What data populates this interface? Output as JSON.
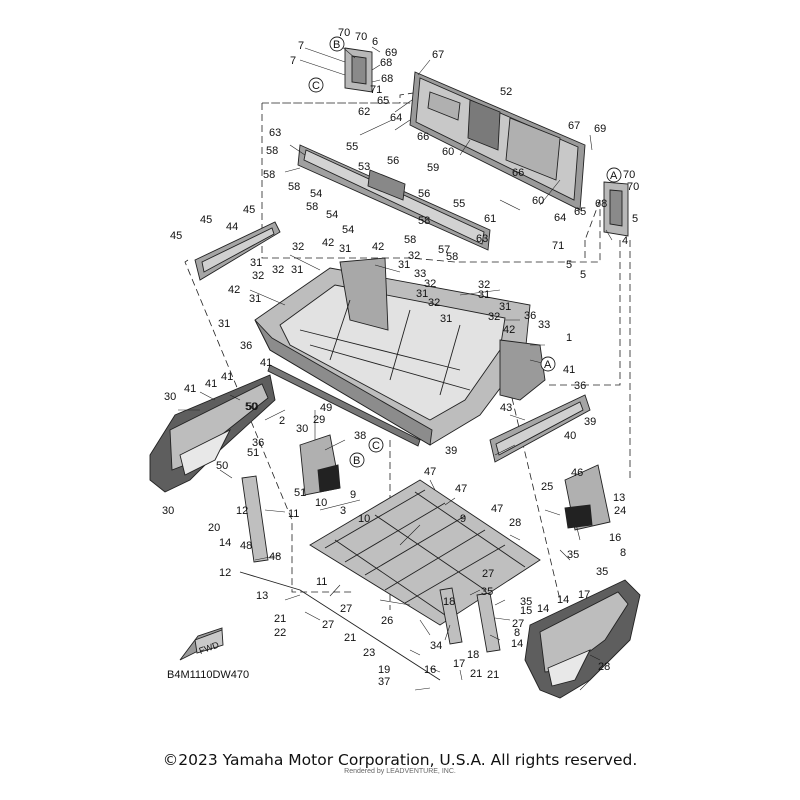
{
  "diagram": {
    "drawing_code": "B4M1110DW470",
    "fwd_mark": "FWD",
    "copyright": "©2023 Yamaha Motor Corporation, U.S.A. All rights reserved.",
    "credit": "Rendered by LEADVENTURE, INC.",
    "callouts": [
      {
        "id": "A",
        "text": "A"
      },
      {
        "id": "B",
        "text": "B"
      },
      {
        "id": "C",
        "text": "C"
      }
    ],
    "part_numbers": [
      "70",
      "70",
      "6",
      "7",
      "69",
      "7",
      "68",
      "68",
      "71",
      "65",
      "67",
      "62",
      "52",
      "64",
      "66",
      "60",
      "66",
      "55",
      "63",
      "58",
      "56",
      "53",
      "59",
      "58",
      "58",
      "54",
      "54",
      "58",
      "56",
      "55",
      "54",
      "58",
      "58",
      "57",
      "63",
      "58",
      "61",
      "60",
      "64",
      "65",
      "67",
      "69",
      "70",
      "70",
      "5",
      "68",
      "4",
      "71",
      "5",
      "5",
      "45",
      "44",
      "45",
      "45",
      "32",
      "42",
      "31",
      "42",
      "32",
      "31",
      "33",
      "32",
      "31",
      "32",
      "31",
      "32",
      "31",
      "42",
      "31",
      "32",
      "31",
      "32",
      "31",
      "31",
      "32",
      "42",
      "31",
      "36",
      "33",
      "1",
      "36",
      "41",
      "41",
      "41",
      "41",
      "41",
      "30",
      "50",
      "50",
      "49",
      "29",
      "30",
      "2",
      "36",
      "38",
      "39",
      "39",
      "36",
      "40",
      "43",
      "30",
      "50",
      "51",
      "51",
      "9",
      "10",
      "47",
      "47",
      "46",
      "25",
      "13",
      "12",
      "11",
      "3",
      "10",
      "9",
      "47",
      "28",
      "24",
      "20",
      "14",
      "48",
      "48",
      "35",
      "16",
      "8",
      "12",
      "11",
      "27",
      "35",
      "35",
      "35",
      "17",
      "14",
      "14",
      "13",
      "27",
      "26",
      "18",
      "15",
      "27",
      "21",
      "21",
      "8",
      "22",
      "27",
      "34",
      "17",
      "14",
      "28",
      "23",
      "18",
      "21",
      "21",
      "19",
      "16",
      "37"
    ]
  }
}
